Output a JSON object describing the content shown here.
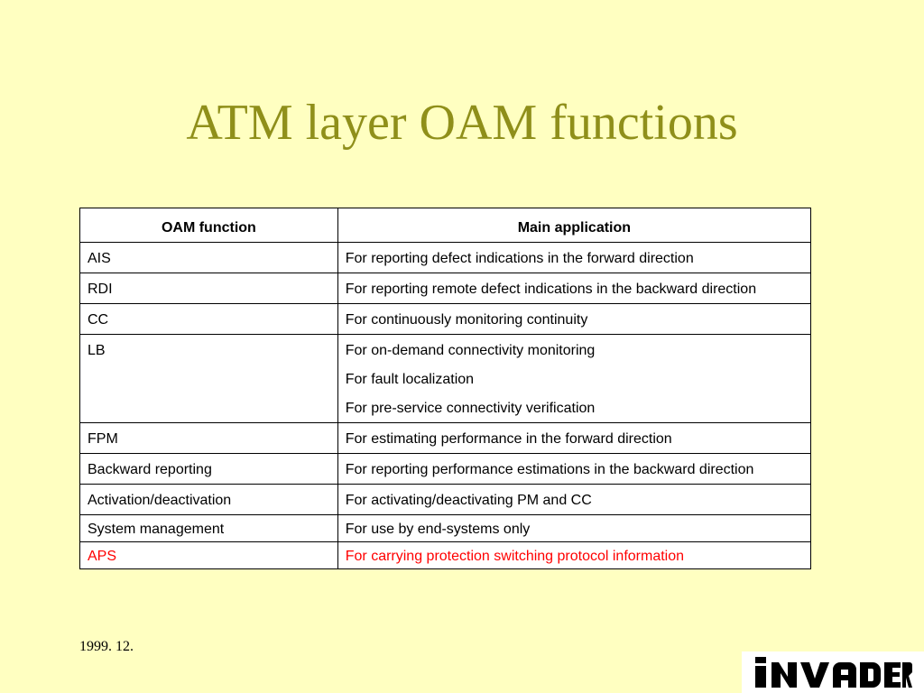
{
  "slide": {
    "title": "ATM layer OAM functions",
    "footer_date": "1999. 12.",
    "logo_text": "INVADERS",
    "highlight_color": "#ff0000",
    "title_color": "#8f8f1a",
    "background_color": "#ffffc1"
  },
  "table": {
    "headers": [
      "OAM function",
      "Main application"
    ],
    "rows": [
      {
        "function": "AIS",
        "applications": [
          "For reporting defect indications in the forward direction"
        ]
      },
      {
        "function": "RDI",
        "applications": [
          "For reporting remote defect indications in the backward direction"
        ]
      },
      {
        "function": "CC",
        "applications": [
          "For continuously monitoring continuity"
        ]
      },
      {
        "function": "LB",
        "applications": [
          "For on-demand connectivity monitoring",
          "For fault localization",
          "For pre-service connectivity verification"
        ]
      },
      {
        "function": "FPM",
        "applications": [
          "For estimating performance in the forward direction"
        ]
      },
      {
        "function": "Backward reporting",
        "applications": [
          "For reporting performance estimations in the backward direction"
        ]
      },
      {
        "function": "Activation/deactivation",
        "applications": [
          "For activating/deactivating PM and CC"
        ]
      },
      {
        "function": "System management",
        "applications": [
          "For use by end-systems only"
        ]
      },
      {
        "function": "APS",
        "applications": [
          "For carrying protection switching protocol information"
        ],
        "highlight": true
      }
    ]
  }
}
